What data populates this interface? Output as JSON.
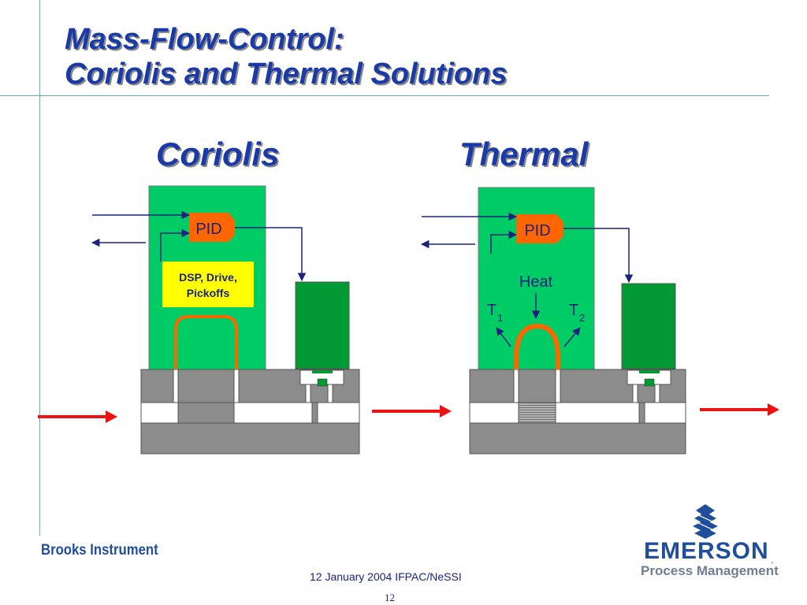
{
  "title": {
    "line1": "Mass-Flow-Control:",
    "line2": "Coriolis and Thermal Solutions"
  },
  "coriolis": {
    "heading": "Coriolis",
    "pid_label": "PID",
    "dsp_line1": "DSP, Drive,",
    "dsp_line2": "Pickoffs"
  },
  "thermal": {
    "heading": "Thermal",
    "pid_label": "PID",
    "heat_label": "Heat",
    "t1_letter": "T",
    "t1_sub": "1",
    "t2_letter": "T",
    "t2_sub": "2"
  },
  "footer": {
    "brand": "Brooks Instrument",
    "date_text": "12 January 2004 IFPAC/NeSSI",
    "page_number": "12",
    "emerson": "EMERSON",
    "emerson_mark": ".",
    "process_management": "Process Management"
  },
  "colors": {
    "title_blue": "#1a3aa8",
    "board_green": "#00cc66",
    "valve_green": "#009933",
    "pid_orange": "#ff6600",
    "dsp_yellow": "#ffff00",
    "body_grey": "#8c8c8c",
    "flow_red": "#ee1111",
    "arrow_navy": "#1a237e"
  }
}
